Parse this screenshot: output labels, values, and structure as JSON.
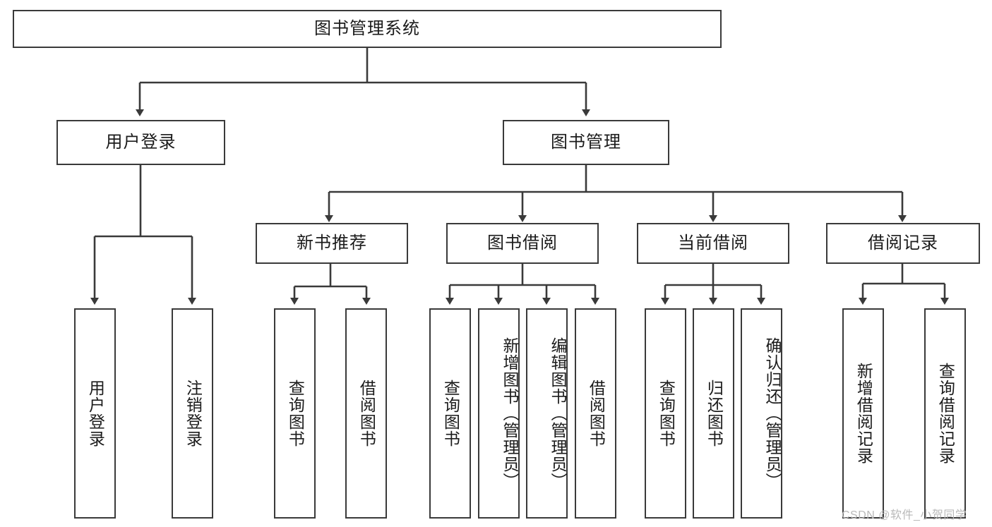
{
  "diagram": {
    "title_node": {
      "label": "图书管理系统"
    },
    "level1": [
      {
        "id": "user-login",
        "label": "用户登录"
      },
      {
        "id": "book-management",
        "label": "图书管理"
      }
    ],
    "level2": [
      {
        "id": "new-book-recommend",
        "label": "新书推荐"
      },
      {
        "id": "book-borrow",
        "label": "图书借阅"
      },
      {
        "id": "current-borrow",
        "label": "当前借阅"
      },
      {
        "id": "borrow-record",
        "label": "借阅记录"
      }
    ],
    "leaves": {
      "user_login": [
        {
          "id": "leaf-user-login",
          "label": "用户登录"
        },
        {
          "id": "leaf-logout-login",
          "label": "注销登录"
        }
      ],
      "new_book_recommend": [
        {
          "id": "leaf-query-book-1",
          "label": "查询图书"
        },
        {
          "id": "leaf-borrow-book-1",
          "label": "借阅图书"
        }
      ],
      "book_borrow": [
        {
          "id": "leaf-query-book-2",
          "label": "查询图书"
        },
        {
          "id": "leaf-add-book-admin",
          "label": "新增图书（管理员）"
        },
        {
          "id": "leaf-edit-book-admin",
          "label": "编辑图书（管理员）"
        },
        {
          "id": "leaf-borrow-book-2",
          "label": "借阅图书"
        }
      ],
      "current_borrow": [
        {
          "id": "leaf-query-book-3",
          "label": "查询图书"
        },
        {
          "id": "leaf-return-book",
          "label": "归还图书"
        },
        {
          "id": "leaf-confirm-return-admin",
          "label": "确认归还（管理员）"
        }
      ],
      "borrow_record": [
        {
          "id": "leaf-add-borrow-record",
          "label": "新增借阅记录"
        },
        {
          "id": "leaf-query-borrow-record",
          "label": "查询借阅记录"
        }
      ]
    },
    "colors": {
      "stroke": "#3a3a3a",
      "fill": "#ffffff",
      "text": "#1b1b1b",
      "watermark": "#b9b9b9"
    }
  },
  "watermark": {
    "text": "CSDN @软件_小贺同学"
  }
}
